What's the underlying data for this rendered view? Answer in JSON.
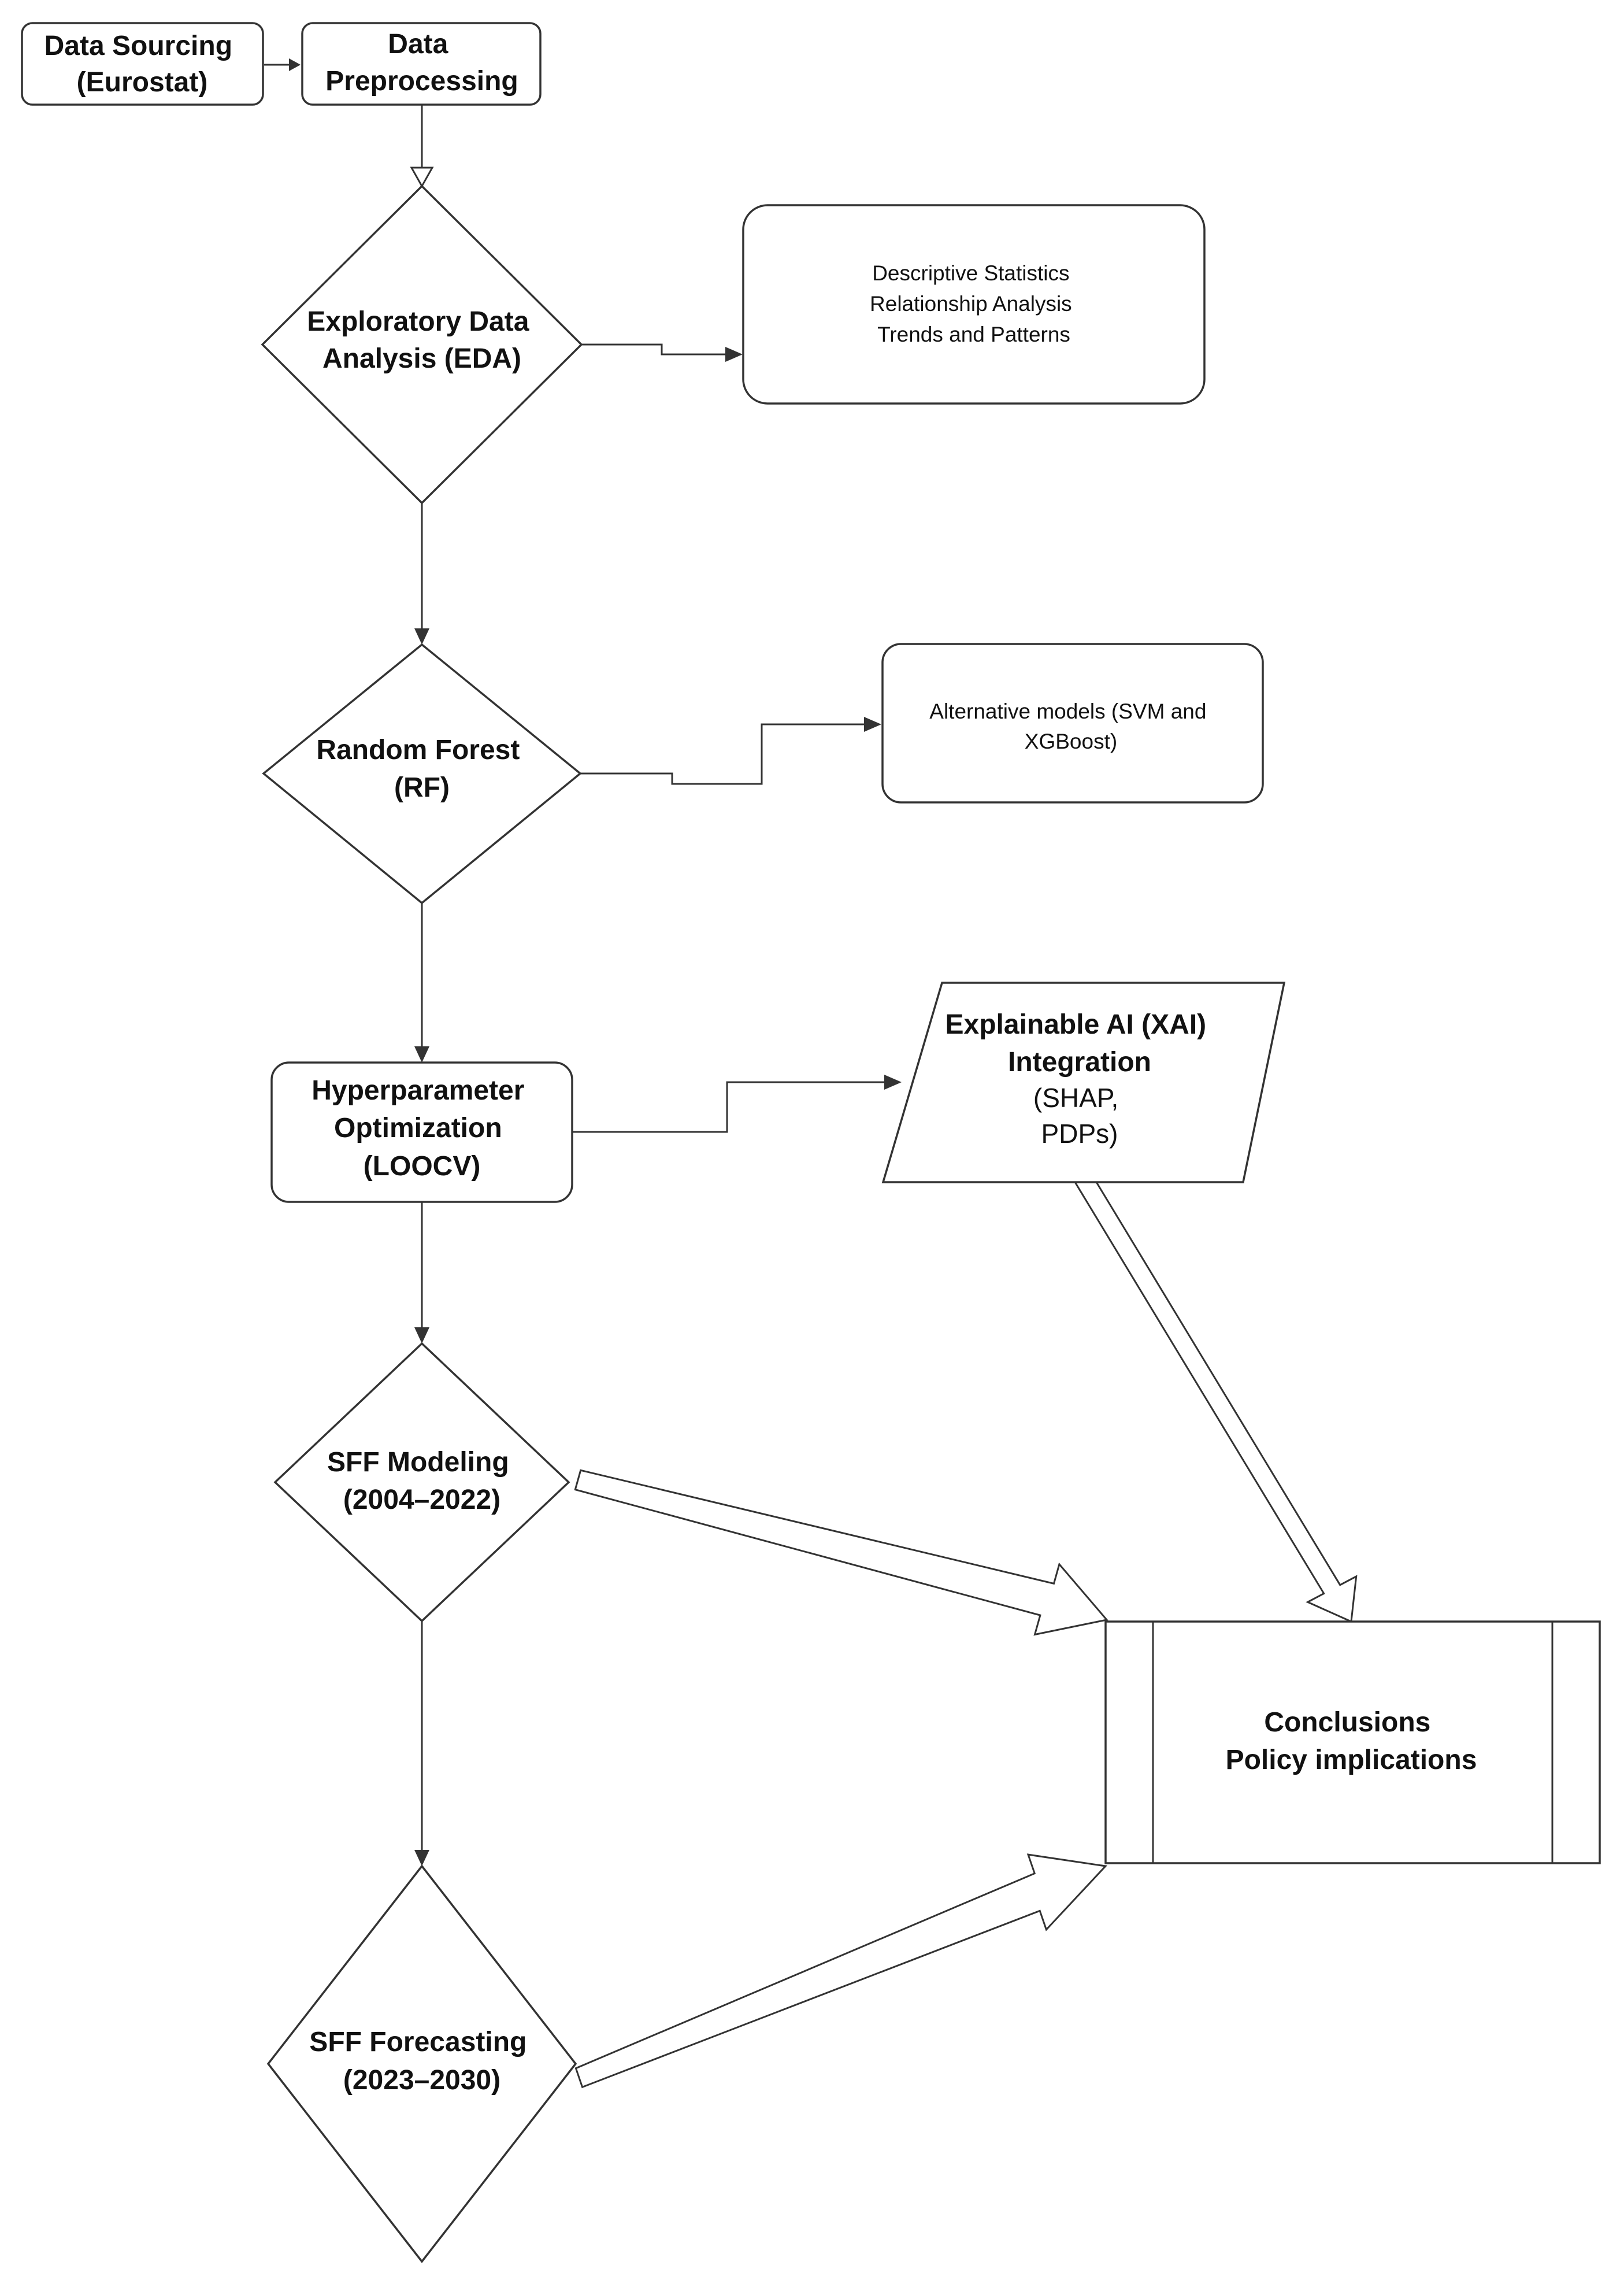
{
  "nodes": {
    "data_sourcing": {
      "lines": [
        "Data Sourcing",
        "(Eurostat)"
      ]
    },
    "data_preprocessing": {
      "lines": [
        "Data",
        "Preprocessing"
      ]
    },
    "eda": {
      "lines": [
        "Exploratory Data",
        "Analysis (EDA)"
      ]
    },
    "eda_details": {
      "lines": [
        "Descriptive Statistics",
        "Relationship Analysis",
        "Trends and Patterns"
      ]
    },
    "random_forest": {
      "lines": [
        "Random Forest",
        "(RF)"
      ]
    },
    "alternative_models": {
      "lines": [
        "Alternative models (SVM and",
        "XGBoost)"
      ]
    },
    "hyperparameter": {
      "lines": [
        "Hyperparameter",
        "Optimization",
        "(LOOCV)"
      ]
    },
    "xai": {
      "lines": [
        "Explainable AI (XAI)",
        "Integration",
        "(SHAP,",
        "PDPs)"
      ]
    },
    "sff_modeling": {
      "lines": [
        "SFF Modeling",
        "(2004–2022)"
      ]
    },
    "sff_forecasting": {
      "lines": [
        "SFF Forecasting",
        "(2023–2030)"
      ]
    },
    "conclusions": {
      "lines": [
        "Conclusions",
        "Policy implications"
      ]
    }
  }
}
